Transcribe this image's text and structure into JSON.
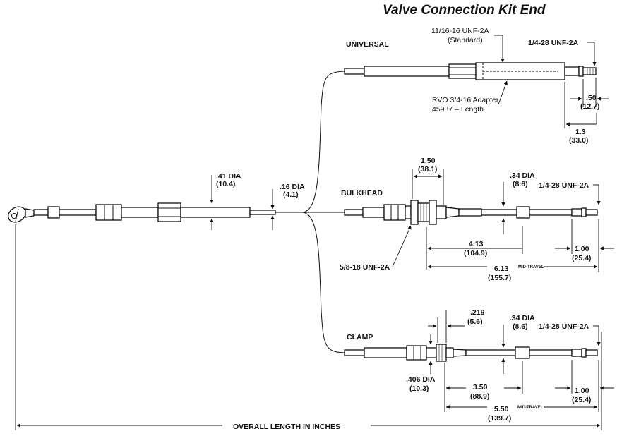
{
  "title": "Valve Connection Kit End",
  "variants": {
    "universal": "UNIVERSAL",
    "bulkhead": "BULKHEAD",
    "clamp": "CLAMP"
  },
  "overall_length": "OVERALL LENGTH IN INCHES",
  "main_cable": {
    "dia_41": ".41 DIA",
    "dia_41_mm": "(10.4)",
    "dia_16": ".16 DIA",
    "dia_16_mm": "(4.1)"
  },
  "universal": {
    "thread_std_1": "11/16-16 UNF-2A",
    "thread_std_2": "(Standard)",
    "thread_end": "1/4-28 UNF-2A",
    "adapter_1": "RVO 3/4-16 Adapter",
    "adapter_2": "45937 – Length",
    "dim_50": ".50",
    "dim_50_mm": "(12.7)",
    "dim_13": "1.3",
    "dim_13_mm": "(33.0)"
  },
  "bulkhead": {
    "dim_150": "1.50",
    "dim_150_mm": "(38.1)",
    "dia_34": ".34 DIA",
    "dia_34_mm": "(8.6)",
    "thread_end": "1/4-28 UNF-2A",
    "thread_mount": "5/8-18 UNF-2A",
    "dim_413": "4.13",
    "dim_413_mm": "(104.9)",
    "dim_100": "1.00",
    "dim_100_mm": "(25.4)",
    "dim_613": "6.13",
    "dim_613_mm": "(155.7)",
    "mid_travel": "MID-TRAVEL"
  },
  "clamp": {
    "dim_219": ".219",
    "dim_219_mm": "(5.6)",
    "dia_34": ".34 DIA",
    "dia_34_mm": "(8.6)",
    "thread_end": "1/4-28 UNF-2A",
    "dia_406": ".406 DIA",
    "dia_406_mm": "(10.3)",
    "dim_350": "3.50",
    "dim_350_mm": "(88.9)",
    "dim_100": "1.00",
    "dim_100_mm": "(25.4)",
    "dim_550": "5.50",
    "dim_550_mm": "(139.7)",
    "mid_travel": "MID-TRAVEL"
  }
}
